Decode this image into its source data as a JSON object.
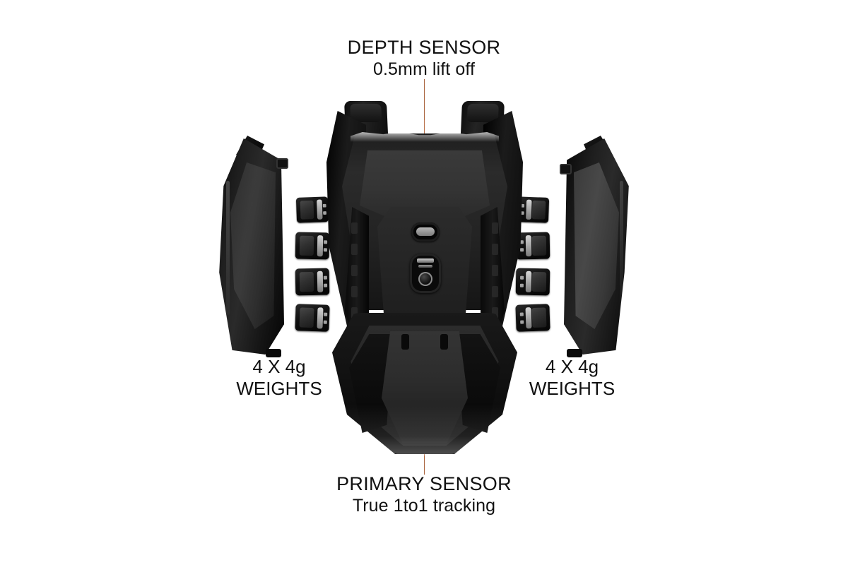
{
  "background_color": "#ffffff",
  "text_color": "#111111",
  "guide_line_color": "#a9623c",
  "product": {
    "name": "gaming-mouse-bottom-view",
    "body_color": "#1a1a1a"
  },
  "callouts": {
    "top": {
      "title": "DEPTH SENSOR",
      "subtitle": "0.5mm lift off"
    },
    "bottom": {
      "title": "PRIMARY SENSOR",
      "subtitle": "True 1to1 tracking"
    }
  },
  "side_labels": {
    "left": {
      "line1": "4 X 4g",
      "line2": "WEIGHTS"
    },
    "right": {
      "line1": "4 X 4g",
      "line2": "WEIGHTS"
    }
  },
  "parts": {
    "left_panel": "left-side-grip-panel",
    "right_panel": "right-side-grip-panel",
    "weights_left_count": 4,
    "weights_right_count": 4,
    "weight_unit_grams": "4g",
    "depth_sensor": "depth-sensor-window",
    "primary_sensor": "primary-optical-sensor"
  },
  "weights": [
    {
      "id": "weight-1"
    },
    {
      "id": "weight-2"
    },
    {
      "id": "weight-3"
    },
    {
      "id": "weight-4"
    }
  ]
}
